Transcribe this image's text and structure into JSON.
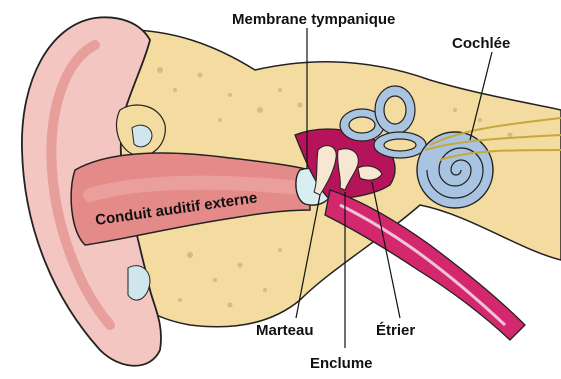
{
  "labels": {
    "eardrum": "Membrane tympanique",
    "cochlea": "Cochlée",
    "ear_canal": "Conduit auditif externe",
    "hammer": "Marteau",
    "anvil": "Enclume",
    "stirrup": "Étrier"
  },
  "colors": {
    "skin": "#f3c6c2",
    "skin_dark": "#e79f9b",
    "bone": "#f4dca0",
    "canal": "#e48a88",
    "cavity": "#b5135a",
    "tube": "#d4286e",
    "cochlea": "#a9c4e0",
    "outline": "#222222"
  }
}
